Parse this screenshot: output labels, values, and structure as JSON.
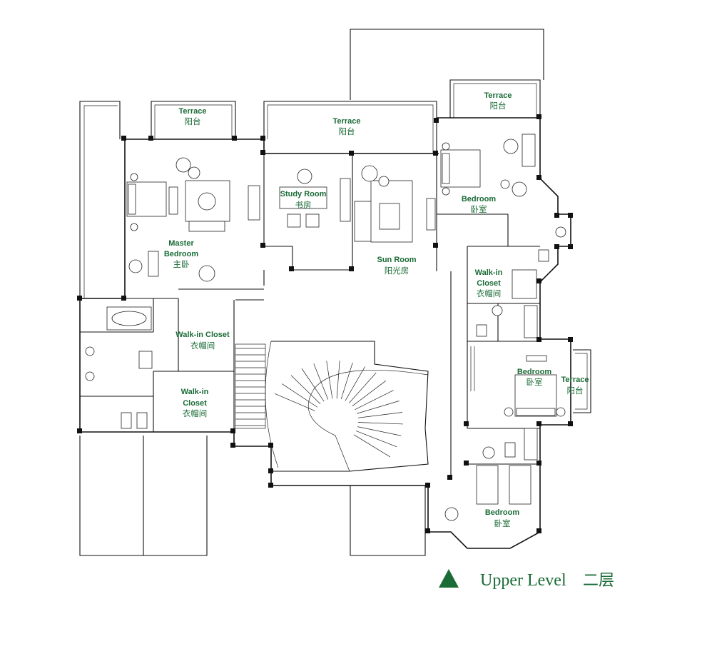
{
  "rooms": {
    "terrace_left": {
      "en": "Terrace",
      "cn": "阳台"
    },
    "terrace_center": {
      "en": "Terrace",
      "cn": "阳台"
    },
    "terrace_right_top": {
      "en": "Terrace",
      "cn": "阳台"
    },
    "terrace_right_mid": {
      "en": "Terrace",
      "cn": "阳台"
    },
    "study_room": {
      "en": "Study Room",
      "cn": "书房"
    },
    "sun_room": {
      "en": "Sun Room",
      "cn": "阳光房"
    },
    "bedroom_top_right": {
      "en": "Bedroom",
      "cn": "卧室"
    },
    "master_bedroom": {
      "en1": "Master",
      "en2": "Bedroom",
      "cn": "主卧"
    },
    "walkin_right": {
      "en1": "Walk-in",
      "en2": "Closet",
      "cn": "衣帽间"
    },
    "walkin_center": {
      "en": "Walk-in Closet",
      "cn": "衣帽间"
    },
    "walkin_lower": {
      "en1": "Walk-in",
      "en2": "Closet",
      "cn": "衣帽间"
    },
    "bedroom_mid_right": {
      "en": "Bedroom",
      "cn": "卧室"
    },
    "bedroom_bottom": {
      "en": "Bedroom",
      "cn": "卧室"
    }
  },
  "legend": {
    "icon": "triangle-up-icon",
    "title": "Upper Level",
    "cn": "二层",
    "color": "#1a6b36"
  }
}
